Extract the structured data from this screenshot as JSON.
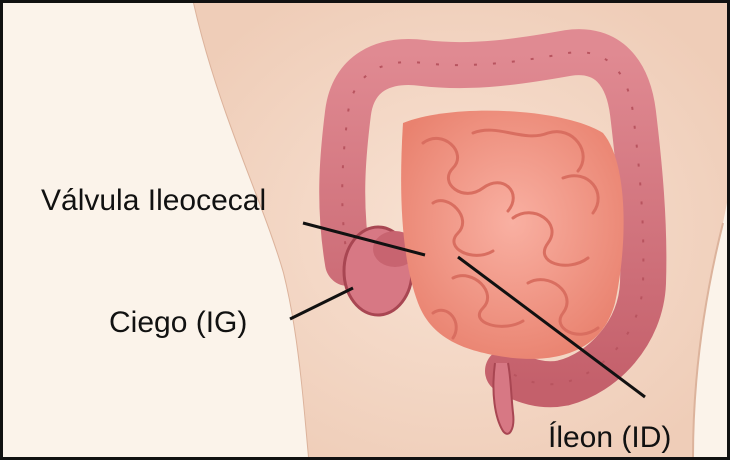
{
  "labels": {
    "valvula": "Válvula Ileocecal",
    "ciego": "Ciego (IG)",
    "ileon": "Íleon (ID)"
  },
  "colors": {
    "skin": "#f6dccb",
    "colon": "#d97a83",
    "colon_dark": "#b8545f",
    "small_intestine": "#f4998a",
    "small_intestine_dark": "#d96e60",
    "pointer": "#111111"
  }
}
